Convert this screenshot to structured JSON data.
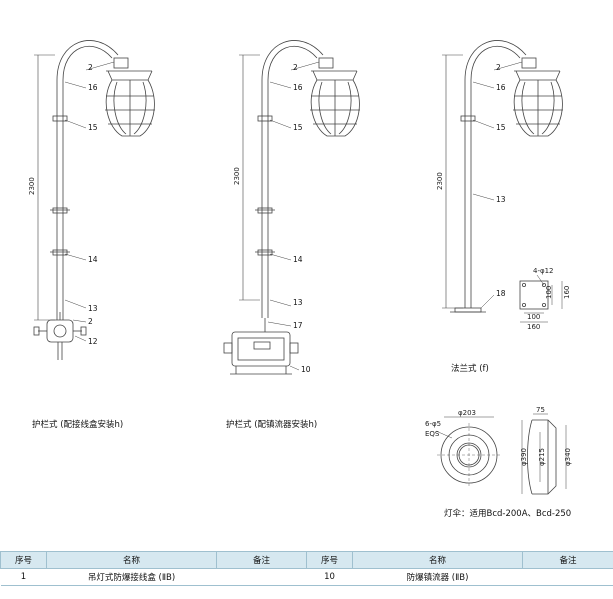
{
  "callouts": {
    "lamp1": [
      "2",
      "16",
      "15",
      "14",
      "13",
      "2",
      "12"
    ],
    "lamp2": [
      "2",
      "16",
      "15",
      "14",
      "13",
      "17",
      "10"
    ],
    "lamp3": [
      "2",
      "16",
      "15",
      "13",
      "18"
    ]
  },
  "dims": {
    "height": "2300",
    "flange_holes": "4-φ12",
    "flange_100": "100",
    "flange_160": "160",
    "shade_holes": "6-φ5",
    "shade_eqs": "EQS",
    "shade_d203": "φ203",
    "shade_d390": "φ390",
    "shade_d215": "φ215",
    "shade_d340": "φ340",
    "shade_75": "75"
  },
  "captions": {
    "guardrail_box": "护栏式 (配接线盒安装h)",
    "guardrail_ballast": "护栏式 (配镇流器安装h)",
    "flange": "法兰式 (f)",
    "shade": "灯伞：适用Bcd-200A、Bcd-250"
  },
  "table": {
    "headers": [
      "序号",
      "名称",
      "备注",
      "序号",
      "名称",
      "备注"
    ],
    "rows": [
      [
        "1",
        "吊灯式防爆接线盒 (ⅡB)",
        "",
        "10",
        "防爆镇流器 (ⅡB)",
        ""
      ]
    ]
  }
}
